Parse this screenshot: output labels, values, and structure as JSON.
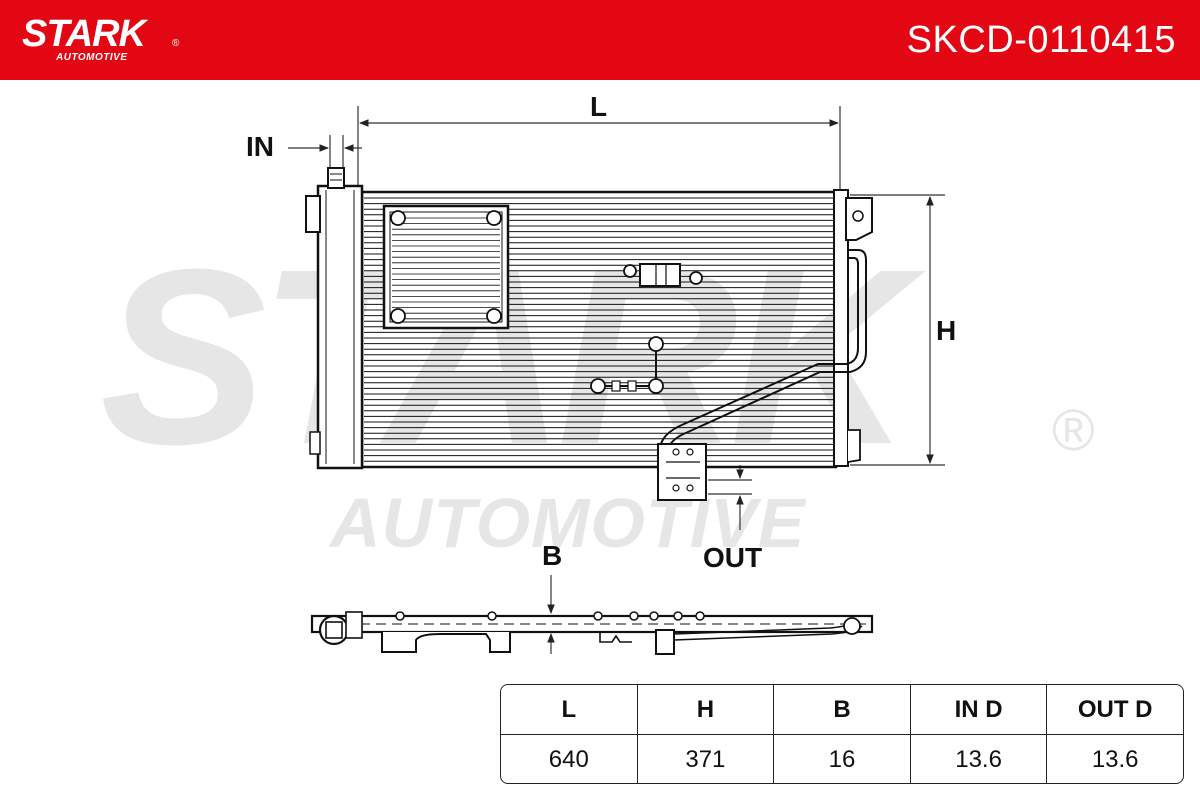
{
  "header": {
    "brand": "STARK",
    "brand_sub": "AUTOMOTIVE",
    "registered": "®",
    "part_number": "SKCD-0110415",
    "color": "#e30613"
  },
  "watermark": {
    "main": "STARK",
    "sub": "AUTOMOTIVE",
    "registered": "®"
  },
  "labels": {
    "length": "L",
    "height": "H",
    "depth": "B",
    "inlet": "IN",
    "outlet": "OUT"
  },
  "specs": {
    "headers": [
      "L",
      "H",
      "B",
      "IN D",
      "OUT D"
    ],
    "values": [
      "640",
      "371",
      "16",
      "13.6",
      "13.6"
    ]
  }
}
